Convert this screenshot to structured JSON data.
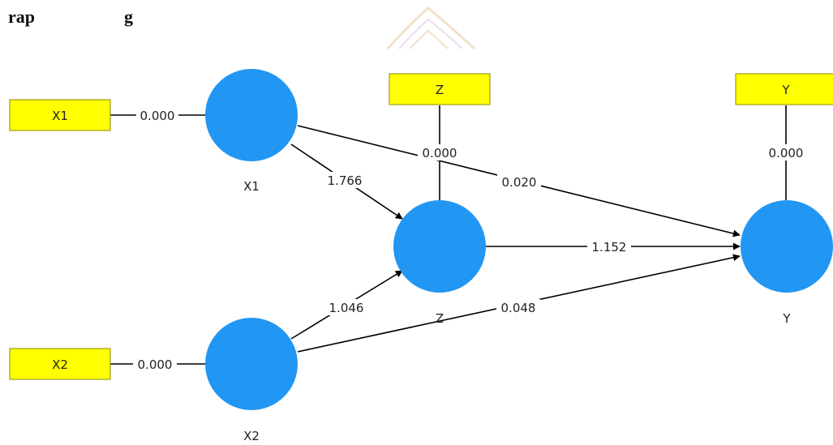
{
  "heading": "rap                    g",
  "colors": {
    "construct_fill": "#2196f3",
    "indicator_fill": "#ffff00",
    "indicator_border": "#8a8a00",
    "line": "#000000",
    "watermark": "#e8c9a0"
  },
  "constructs": {
    "x1": "X1",
    "x2": "X2",
    "z": "Z",
    "y": "Y"
  },
  "indicators": {
    "x1": "X1",
    "x2": "X2",
    "z": "Z",
    "y": "Y"
  },
  "loadings": {
    "x1": "0.000",
    "x2": "0.000",
    "z": "0.000",
    "y": "0.000"
  },
  "paths": {
    "x1_z": "1.766",
    "x1_y": "0.020",
    "x2_z": "1.046",
    "x2_y": "0.048",
    "z_y": "1.152"
  }
}
